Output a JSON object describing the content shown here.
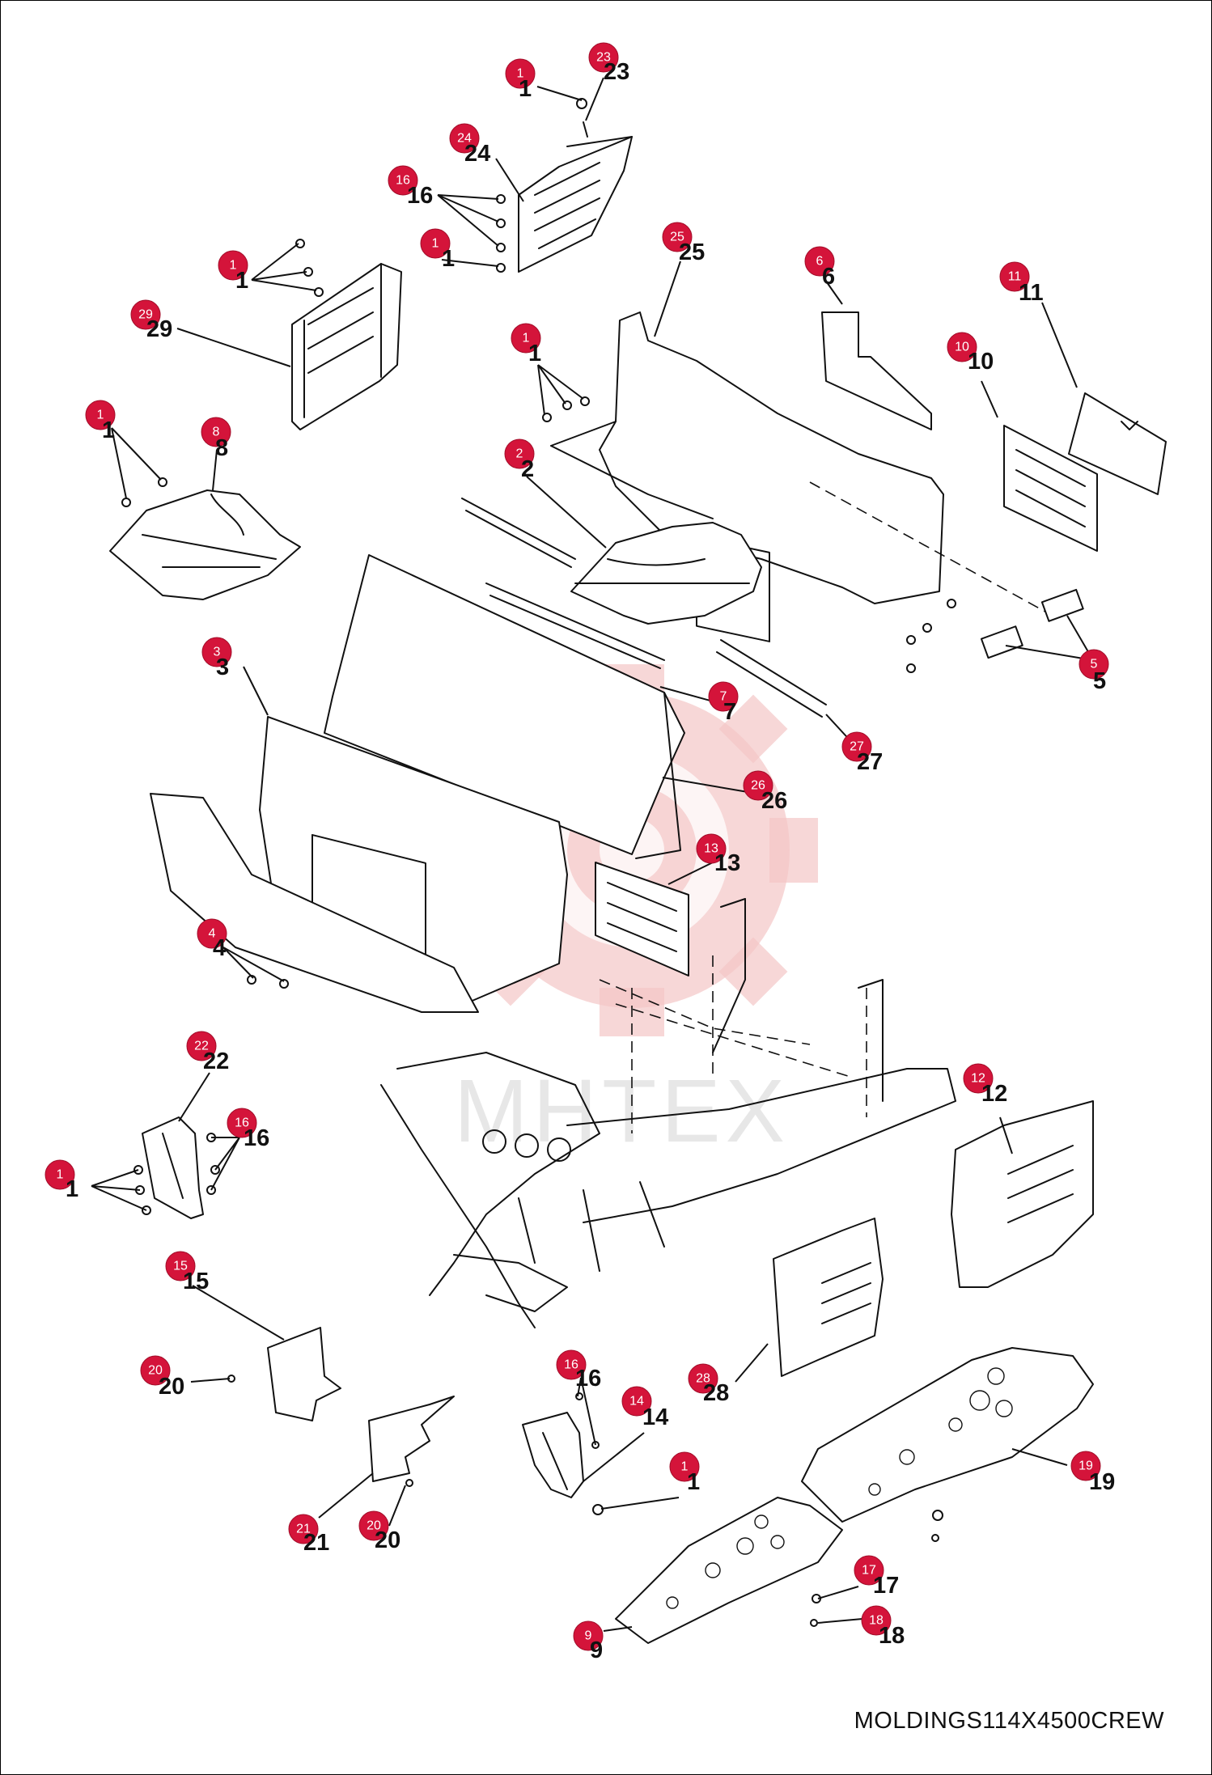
{
  "caption": "MOLDINGS114X4500CREW",
  "watermark": "MHTEX",
  "callouts": [
    {
      "id": "c01",
      "badge": "1",
      "label": "1"
    },
    {
      "id": "c23",
      "badge": "23",
      "label": "23"
    },
    {
      "id": "c24",
      "badge": "24",
      "label": "24"
    },
    {
      "id": "c16a",
      "badge": "16",
      "label": "16"
    },
    {
      "id": "c01b",
      "badge": "1",
      "label": "1"
    },
    {
      "id": "c01c",
      "badge": "1",
      "label": "1"
    },
    {
      "id": "c29",
      "badge": "29",
      "label": "29"
    },
    {
      "id": "c25",
      "badge": "25",
      "label": "25"
    },
    {
      "id": "c06",
      "badge": "6",
      "label": "6"
    },
    {
      "id": "c11",
      "badge": "11",
      "label": "11"
    },
    {
      "id": "c10",
      "badge": "10",
      "label": "10"
    },
    {
      "id": "c01d",
      "badge": "1",
      "label": "1"
    },
    {
      "id": "c01e",
      "badge": "1",
      "label": "1"
    },
    {
      "id": "c08",
      "badge": "8",
      "label": "8"
    },
    {
      "id": "c02",
      "badge": "2",
      "label": "2"
    },
    {
      "id": "c05",
      "badge": "5",
      "label": "5"
    },
    {
      "id": "c03",
      "badge": "3",
      "label": "3"
    },
    {
      "id": "c07",
      "badge": "7",
      "label": "7"
    },
    {
      "id": "c27",
      "badge": "27",
      "label": "27"
    },
    {
      "id": "c26",
      "badge": "26",
      "label": "26"
    },
    {
      "id": "c13",
      "badge": "13",
      "label": "13"
    },
    {
      "id": "c04",
      "badge": "4",
      "label": "4"
    },
    {
      "id": "c22",
      "badge": "22",
      "label": "22"
    },
    {
      "id": "c16b",
      "badge": "16",
      "label": "16"
    },
    {
      "id": "c01f",
      "badge": "1",
      "label": "1"
    },
    {
      "id": "c12",
      "badge": "12",
      "label": "12"
    },
    {
      "id": "c15",
      "badge": "15",
      "label": "15"
    },
    {
      "id": "c20a",
      "badge": "20",
      "label": "20"
    },
    {
      "id": "c16c",
      "badge": "16",
      "label": "16"
    },
    {
      "id": "c14",
      "badge": "14",
      "label": "14"
    },
    {
      "id": "c28",
      "badge": "28",
      "label": "28"
    },
    {
      "id": "c01g",
      "badge": "1",
      "label": "1"
    },
    {
      "id": "c19",
      "badge": "19",
      "label": "19"
    },
    {
      "id": "c21",
      "badge": "21",
      "label": "21"
    },
    {
      "id": "c20b",
      "badge": "20",
      "label": "20"
    },
    {
      "id": "c17",
      "badge": "17",
      "label": "17"
    },
    {
      "id": "c18",
      "badge": "18",
      "label": "18"
    },
    {
      "id": "c09",
      "badge": "9",
      "label": "9"
    }
  ]
}
